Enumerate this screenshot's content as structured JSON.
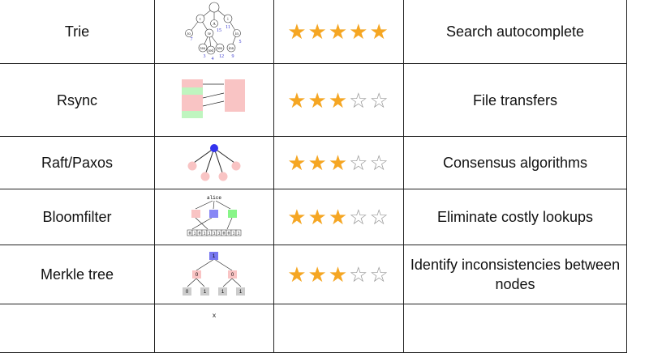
{
  "colors": {
    "star": "#F5A623",
    "pink": "#F9C4C4",
    "green": "#BFF5BF",
    "blue": "#3333EE"
  },
  "rows": [
    {
      "name": "Trie",
      "rating": 5,
      "use": "Search autocomplete",
      "trie": {
        "nodes": [
          "t",
          "A",
          "i",
          "to",
          "te",
          "in",
          "tea",
          "ted",
          "ten",
          "inn"
        ],
        "values": [
          "15",
          "11",
          "7",
          "3",
          "4",
          "12",
          "9",
          "5"
        ]
      }
    },
    {
      "name": "Rsync",
      "rating": 3,
      "use": "File transfers"
    },
    {
      "name": "Raft/Paxos",
      "rating": 3,
      "use": "Consensus algorithms"
    },
    {
      "name": "Bloomfilter",
      "rating": 3,
      "use": "Eliminate costly lookups",
      "bloom": {
        "key": "alice",
        "bits": [
          "0",
          "1",
          "0",
          "1",
          "1",
          "1",
          "1",
          "0",
          "0",
          "1",
          "1"
        ]
      }
    },
    {
      "name": "Merkle tree",
      "rating": 3,
      "use": "Identify inconsistencies between nodes",
      "merkle": {
        "root": "1",
        "mid": [
          "0",
          "0"
        ],
        "leaves": [
          "0",
          "1",
          "1",
          "1"
        ]
      }
    },
    {
      "name": "",
      "rating": 0,
      "use": "",
      "partial_label": "x"
    }
  ]
}
